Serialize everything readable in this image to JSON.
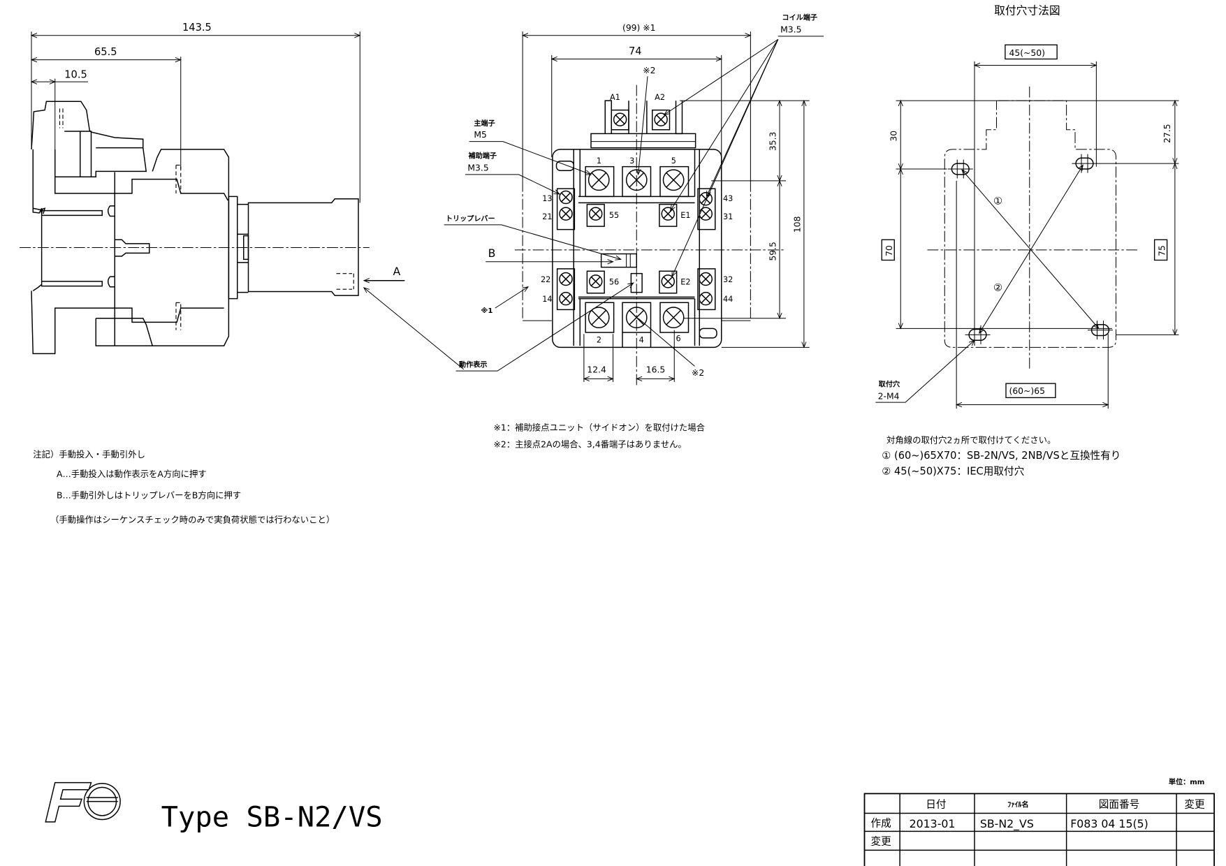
{
  "side_view": {
    "dim_total": "143.5",
    "dim_mid": "65.5",
    "dim_small": "10.5",
    "arrow_a": "A"
  },
  "front_view": {
    "dim_width_with_unit": "(99) ※1",
    "dim_width": "74",
    "note2_top": "※2",
    "coil_terminals": [
      "A1",
      "A2"
    ],
    "main_top_terminals": [
      "1",
      "3",
      "5"
    ],
    "main_bottom_terminals": [
      "2",
      "4",
      "6"
    ],
    "aux_left": [
      "13",
      "21",
      "22",
      "14"
    ],
    "aux_right": [
      "43",
      "31",
      "32",
      "44"
    ],
    "aux_inner": [
      "55",
      "E1",
      "56",
      "E2"
    ],
    "label_main_terminal": "主端子",
    "label_main_screw": "M5",
    "label_aux_terminal": "補助端子",
    "label_aux_screw": "M3.5",
    "label_trip_lever": "トリップレバー",
    "label_b": "B",
    "label_note1": "※1",
    "label_indicator": "動作表示",
    "label_coil_terminal": "コイル端子",
    "label_coil_screw": "M3.5",
    "dim_pitch_left": "12.4",
    "dim_pitch_center": "16.5",
    "note2_bottom": "※2",
    "dim_top": "35.3",
    "dim_mid": "59.5",
    "dim_height": "108",
    "footnotes": [
      "※1：補助接点ユニット（サイドオン）を取付けた場合",
      "※2：主接点2Aの場合、3,4番端子はありません。"
    ]
  },
  "mounting": {
    "title": "取付穴寸法図",
    "dim_top": "45(~50)",
    "dim_bottom": "(60~)65",
    "dim_left_top": "30",
    "dim_left": "70",
    "dim_right_top": "27.5",
    "dim_right": "75",
    "marker_1": "①",
    "marker_2": "②",
    "hole_label": "取付穴",
    "hole_spec": "2-M4",
    "notes": [
      "対角線の取付穴2ヵ所で取付けてください。",
      "① (60~)65X70：SB-2N/VS, 2NB/VSと互換性有り",
      "② 45(~50)X75：IEC用取付穴"
    ]
  },
  "manual_notes": {
    "heading": "注記）手動投入・手動引外し",
    "line_a": "A…手動投入は動作表示をA方向に押す",
    "line_b": "B…手動引外しはトリップレバーをB方向に押す",
    "caution": "（手動操作はシーケンスチェック時のみで実負荷状態では行わないこと）"
  },
  "title_block": {
    "logo": "Fe",
    "type_label": "Type SB-N2/VS",
    "unit": "単位：mm",
    "headers": [
      "",
      "日付",
      "ﾌｧｲﾙ名",
      "図面番号",
      "変更"
    ],
    "rows": [
      [
        "作成",
        "2013-01",
        "SB-N2_VS",
        "F083 04 15(5)",
        ""
      ],
      [
        "変更",
        "",
        "",
        "",
        ""
      ],
      [
        "",
        "",
        "",
        "",
        ""
      ]
    ]
  }
}
